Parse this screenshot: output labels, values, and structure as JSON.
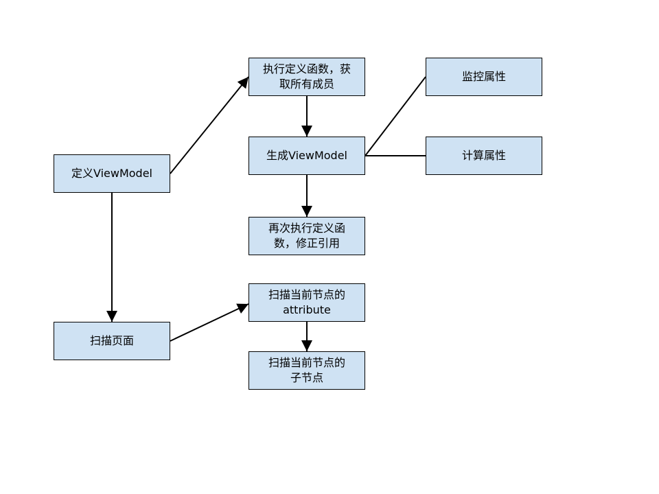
{
  "colors": {
    "node_fill": "#cfe2f3",
    "stroke": "#000000",
    "background": "#ffffff"
  },
  "nodes": {
    "define_viewmodel": "定义ViewModel",
    "exec_define_fn": "执行定义函数，获\n取所有成员",
    "gen_viewmodel": "生成ViewModel",
    "reexec_define_fn": "再次执行定义函\n数，修正引用",
    "watch_props": "监控属性",
    "computed_props": "计算属性",
    "scan_page": "扫描页面",
    "scan_attr": "扫描当前节点的\nattribute",
    "scan_children": "扫描当前节点的\n子节点"
  }
}
